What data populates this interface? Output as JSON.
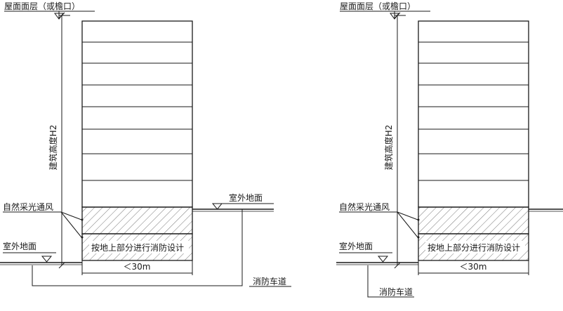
{
  "left": {
    "roof_label": "屋面面层（或檐口）",
    "height_label": "建筑高度H2",
    "daylight_label": "自然采光通风",
    "outdoor_ground_right": "室外地面",
    "outdoor_ground_left": "室外地面",
    "fire_design_note": "按地上部分进行消防设计",
    "width_label": "＜30m",
    "fire_lane_label": "消防车道"
  },
  "right": {
    "roof_label": "屋面面层（或檐口）",
    "height_label": "建筑高度H2",
    "daylight_label": "自然采光通风",
    "outdoor_ground_left": "室外地面",
    "fire_design_note": "按地上部分进行消防设计",
    "width_label": "＜30m",
    "fire_lane_label": "消防车道"
  }
}
